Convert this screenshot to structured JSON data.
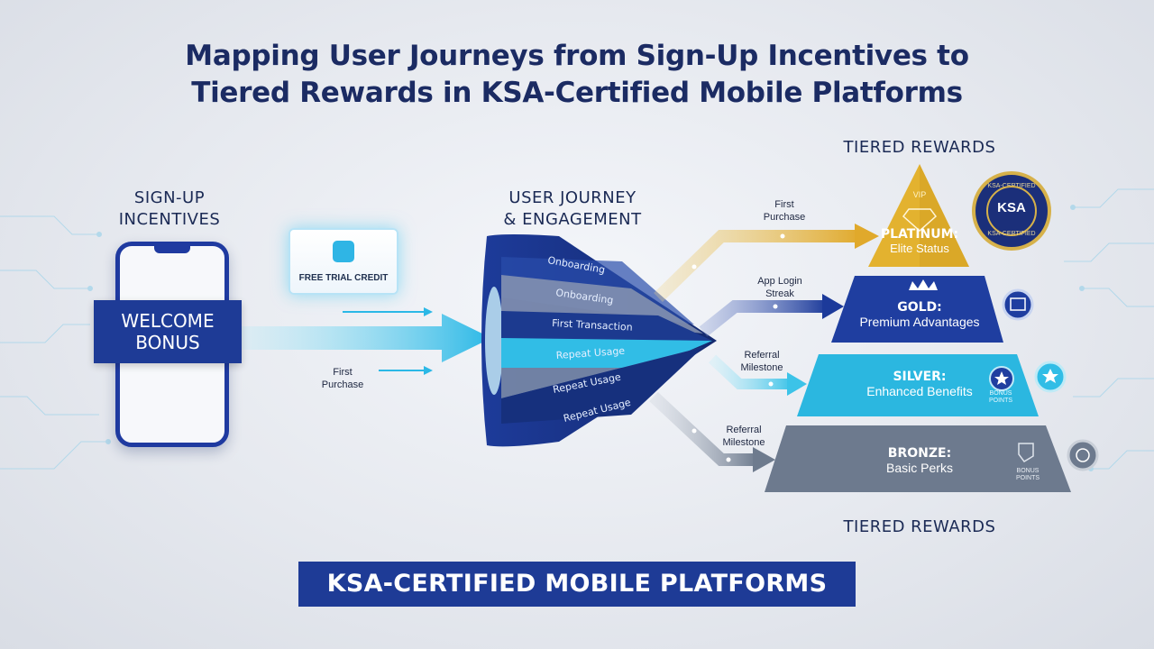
{
  "title": {
    "line1": "Mapping User Journeys from Sign-Up Incentives to",
    "line2": "Tiered Rewards in KSA-Certified Mobile Platforms"
  },
  "signup": {
    "heading_line1": "SIGN-UP",
    "heading_line2": "INCENTIVES",
    "welcome_line1": "WELCOME",
    "welcome_line2": "BONUS",
    "trial_label": "FREE TRIAL CREDIT",
    "first_purchase_line1": "First",
    "first_purchase_line2": "Purchase"
  },
  "journey": {
    "heading_line1": "USER JOURNEY",
    "heading_line2": "& ENGAGEMENT",
    "stages": [
      "Onboarding",
      "Onboarding",
      "First Transaction",
      "Repeat Usage",
      "Repeat Usage",
      "Repeat Usage"
    ]
  },
  "paths": {
    "first_purchase": [
      "First",
      "Purchase"
    ],
    "app_login": [
      "App Login",
      "Streak"
    ],
    "referral_1": [
      "Referral",
      "Milestone"
    ],
    "referral_2": [
      "Referral",
      "Milestone"
    ]
  },
  "tiers": {
    "heading_top": "TIERED REWARDS",
    "heading_bottom": "TIERED REWARDS",
    "platinum": {
      "tag": "VIP",
      "name": "PLATINUM:",
      "desc": "Elite Status",
      "color": "#e3b22f"
    },
    "gold": {
      "name": "GOLD:",
      "desc": "Premium Advantages",
      "color": "#1f3ea0"
    },
    "silver": {
      "name": "SILVER:",
      "desc": "Enhanced Benefits",
      "color": "#2bb7e0"
    },
    "bronze": {
      "name": "BRONZE:",
      "desc": "Basic Perks",
      "color": "#6d7a8e"
    },
    "bonus_points_1": [
      "BONUS",
      "POINTS"
    ],
    "bonus_points_2": [
      "BONUS",
      "POINTS"
    ]
  },
  "badge": {
    "top_text": "KSA-CERTIFIED",
    "center_text": "KSA",
    "bottom_text": "KSA-CERTIFIED"
  },
  "banner": "KSA-CERTIFIED MOBILE PLATFORMS"
}
